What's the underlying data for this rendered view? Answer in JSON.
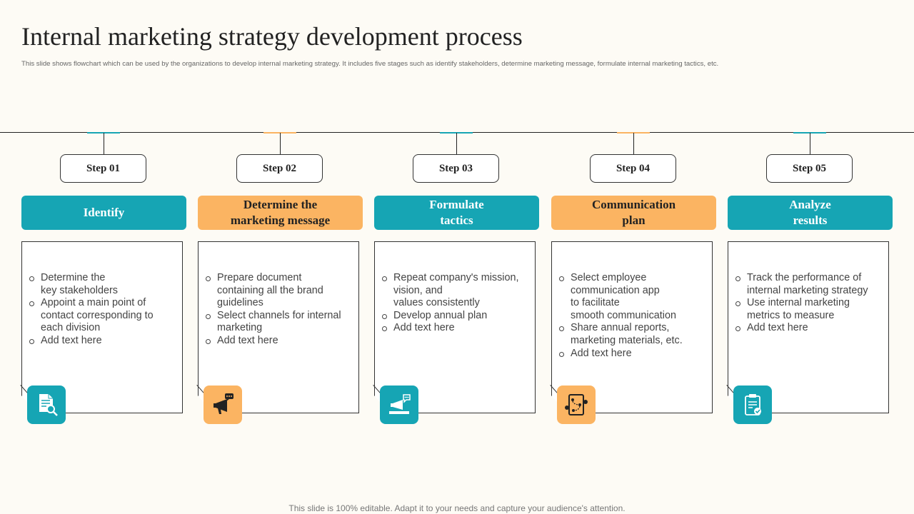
{
  "title": "Internal marketing strategy development process",
  "subtitle": "This slide shows flowchart which can be used by the organizations to develop internal marketing strategy.  It includes five stages such as identify stakeholders, determine marketing message, formulate internal marketing tactics, etc.",
  "footer": "This slide is 100% editable. Adapt it to your needs and capture your audience's attention.",
  "colors": {
    "teal": "#16a5b4",
    "orange": "#fbb462",
    "background": "#fdfbf5",
    "line": "#222222"
  },
  "stages": [
    {
      "step": "Step 01",
      "heading": "Identify",
      "color": "teal",
      "icon": "document-search-icon",
      "bullets": [
        "Determine the\nkey stakeholders",
        "Appoint a main point of contact corresponding to each division",
        "Add text here"
      ]
    },
    {
      "step": "Step 02",
      "heading": "Determine the\nmarketing message",
      "color": "orange",
      "icon": "megaphone-message-icon",
      "bullets": [
        "Prepare document containing all the brand guidelines",
        "Select channels for internal marketing",
        "Add text here"
      ]
    },
    {
      "step": "Step 03",
      "heading": "Formulate\ntactics",
      "color": "teal",
      "icon": "megaphone-chat-icon",
      "bullets": [
        "Repeat company's mission, vision, and\nvalues consistently",
        "Develop annual plan",
        "Add text here"
      ]
    },
    {
      "step": "Step 04",
      "heading": "Communication\nplan",
      "color": "orange",
      "icon": "strategy-board-icon",
      "bullets": [
        "Select employee communication app\nto facilitate\nsmooth communication",
        "Share annual reports, marketing materials, etc.",
        "Add text here"
      ]
    },
    {
      "step": "Step 05",
      "heading": "Analyze\nresults",
      "color": "teal",
      "icon": "clipboard-check-icon",
      "bullets": [
        "Track the performance of internal marketing strategy",
        "Use internal marketing metrics to measure",
        "Add text here"
      ]
    }
  ]
}
